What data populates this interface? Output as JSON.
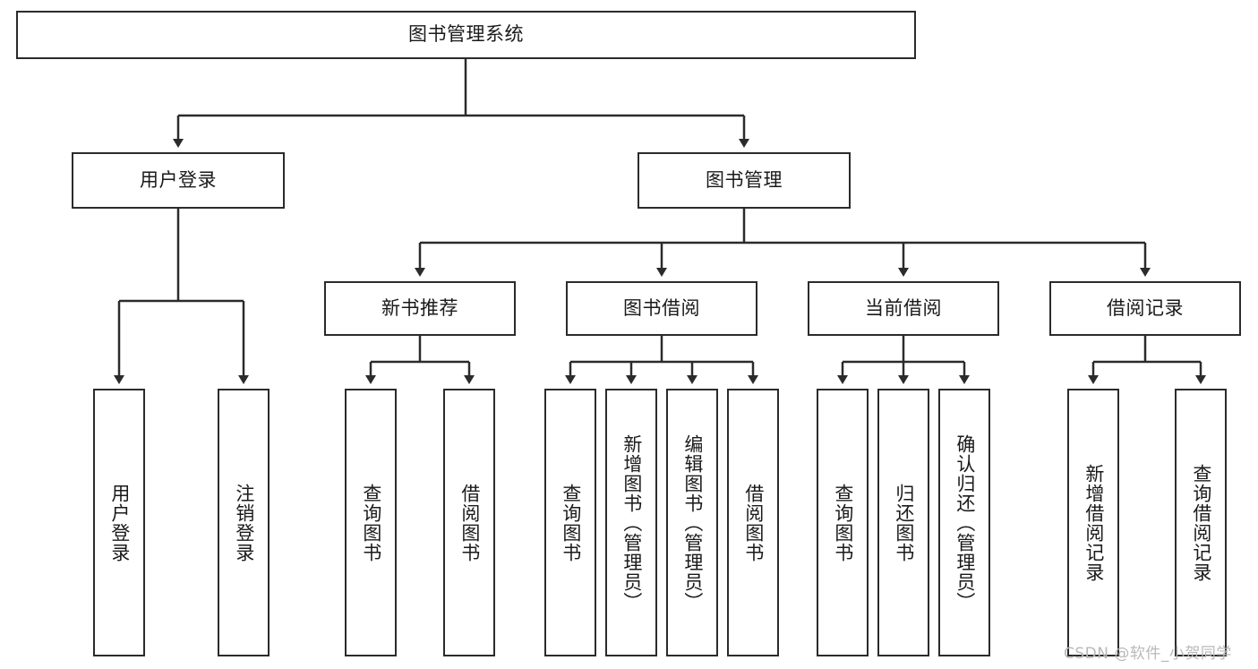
{
  "diagram": {
    "title": "图书管理系统",
    "type": "tree-hierarchy-chart",
    "root": {
      "label": "图书管理系统"
    },
    "level1": [
      {
        "label": "用户登录"
      },
      {
        "label": "图书管理"
      }
    ],
    "level2": [
      {
        "label": "新书推荐"
      },
      {
        "label": "图书借阅"
      },
      {
        "label": "当前借阅"
      },
      {
        "label": "借阅记录"
      }
    ],
    "leaves": {
      "user_login": [
        {
          "label": "用户登录"
        },
        {
          "label": "注销登录"
        }
      ],
      "new_book_recommend": [
        {
          "label": "查询图书"
        },
        {
          "label": "借阅图书"
        }
      ],
      "book_borrow": [
        {
          "label": "查询图书"
        },
        {
          "label": "新增图书（管理员）"
        },
        {
          "label": "编辑图书（管理员）"
        },
        {
          "label": "借阅图书"
        }
      ],
      "current_borrow": [
        {
          "label": "查询图书"
        },
        {
          "label": "归还图书"
        },
        {
          "label": "确认归还（管理员）"
        }
      ],
      "borrow_records": [
        {
          "label": "新增借阅记录"
        },
        {
          "label": "查询借阅记录"
        }
      ]
    }
  },
  "watermark": {
    "text": "CSDN @软件_小贺同学"
  },
  "colors": {
    "stroke": "#2b2b2b",
    "background": "#ffffff",
    "text": "#1a1a1a",
    "watermark": "#b9b9b9"
  }
}
